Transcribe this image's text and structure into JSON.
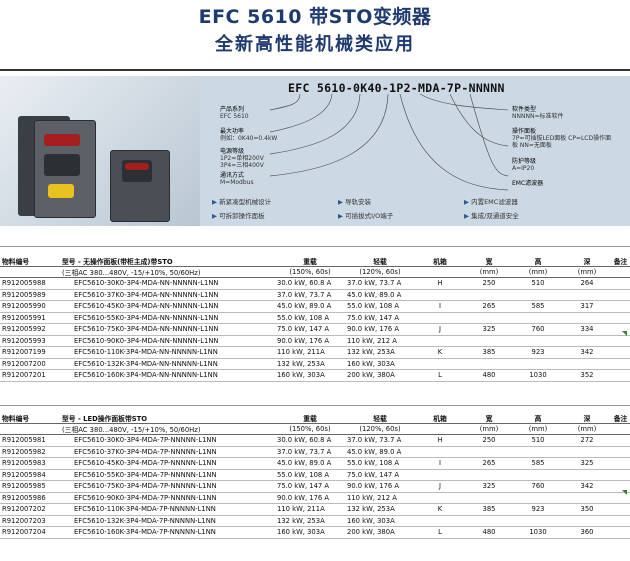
{
  "title": "EFC 5610 带STO变频器",
  "subtitle": "全新高性能机械类应用",
  "banner": {
    "code": "EFC 5610-0K40-1P2-MDA-7P-NNNNN",
    "left_labels": [
      {
        "title": "产品系列",
        "value": "EFC 5610"
      },
      {
        "title": "最大功率",
        "value": "例如：0K40=0.4kW"
      },
      {
        "title": "电源等级",
        "value": "1P2=单相200V 3P4=三相400V"
      },
      {
        "title": "通讯方式",
        "value": "M=Modbus"
      }
    ],
    "right_labels": [
      {
        "title": "软件类型",
        "value": "NNNNN=标准软件"
      },
      {
        "title": "操作面板",
        "value": "7P=可插拔LED面板 CP=LCD操作面板 NN=无面板"
      },
      {
        "title": "防护等级",
        "value": "A=IP20"
      },
      {
        "title": "EMC滤波器",
        "value": ""
      }
    ],
    "features": [
      "新紧凑型机械设计",
      "导轨安装",
      "内置EMC滤波器",
      "可拆卸操作面板",
      "可插拔式I/O端子",
      "集成/双通道安全"
    ]
  },
  "tables": [
    {
      "headers": [
        "物料编号",
        "型号 - 无操作面板(带柜主成)带STO",
        "重载",
        "轻载",
        "机箱",
        "宽",
        "高",
        "深",
        "备注"
      ],
      "subheaders": [
        "",
        "(三相AC 380...480V, -15/+10%, 50/60Hz)",
        "(150%, 60s)",
        "(120%, 60s)",
        "",
        "(mm)",
        "(mm)",
        "(mm)",
        ""
      ],
      "rows": [
        [
          "R912005988",
          "EFC5610-30K0-3P4-MDA-NN-NNNNN-L1NN",
          "30.0 kW, 60.8 A",
          "37.0 kW, 73.7 A",
          "H",
          "250",
          "510",
          "264"
        ],
        [
          "R912005989",
          "EFC5610-37K0-3P4-MDA-NN-NNNNN-L1NN",
          "37.0 kW, 73.7 A",
          "45.0 kW, 89.0 A",
          "",
          "",
          "",
          ""
        ],
        [
          "R912005990",
          "EFC5610-45K0-3P4-MDA-NN-NNNNN-L1NN",
          "45.0 kW, 89.0 A",
          "55.0 kW, 108 A",
          "I",
          "265",
          "585",
          "317"
        ],
        [
          "R912005991",
          "EFC5610-55K0-3P4-MDA-NN-NNNNN-L1NN",
          "55.0 kW, 108 A",
          "75.0 kW, 147 A",
          "",
          "",
          "",
          ""
        ],
        [
          "R912005992",
          "EFC5610-75K0-3P4-MDA-NN-NNNNN-L1NN",
          "75.0 kW, 147 A",
          "90.0 kW, 176 A",
          "J",
          "325",
          "760",
          "334"
        ],
        [
          "R912005993",
          "EFC5610-90K0-3P4-MDA-NN-NNNNN-L1NN",
          "90.0 kW, 176 A",
          "110 kW, 212 A",
          "",
          "",
          "",
          ""
        ],
        [
          "R912007199",
          "EFC5610-110K-3P4-MDA-NN-NNNNN-L1NN",
          "110 kW, 211A",
          "132 kW, 253A",
          "K",
          "385",
          "923",
          "342"
        ],
        [
          "R912007200",
          "EFC5610-132K-3P4-MDA-NN-NNNNN-L1NN",
          "132 kW, 253A",
          "160 kW, 303A",
          "",
          "",
          "",
          ""
        ],
        [
          "R912007201",
          "EFC5610-160K-3P4-MDA-NN-NNNNN-L1NN",
          "160 kW, 303A",
          "200 kW, 380A",
          "L",
          "480",
          "1030",
          "352"
        ]
      ]
    },
    {
      "headers": [
        "物料编号",
        "型号 - LED操作面板带STO",
        "重载",
        "轻载",
        "机箱",
        "宽",
        "高",
        "深",
        "备注"
      ],
      "subheaders": [
        "",
        "(三相AC 380...480V, -15/+10%, 50/60Hz)",
        "(150%, 60s)",
        "(120%, 60s)",
        "",
        "(mm)",
        "(mm)",
        "(mm)",
        ""
      ],
      "rows": [
        [
          "R912005981",
          "EFC5610-30K0-3P4-MDA-7P-NNNNN-L1NN",
          "30.0 kW, 60.8 A",
          "37.0 kW, 73.7 A",
          "H",
          "250",
          "510",
          "272"
        ],
        [
          "R912005982",
          "EFC5610-37K0-3P4-MDA-7P-NNNNN-L1NN",
          "37.0 kW, 73.7 A",
          "45.0 kW, 89.0 A",
          "",
          "",
          "",
          ""
        ],
        [
          "R912005983",
          "EFC5610-45K0-3P4-MDA-7P-NNNNN-L1NN",
          "45.0 kW, 89.0 A",
          "55.0 kW, 108 A",
          "I",
          "265",
          "585",
          "325"
        ],
        [
          "R912005984",
          "EFC5610-55K0-3P4-MDA-7P-NNNNN-L1NN",
          "55.0 kW, 108 A",
          "75.0 kW, 147 A",
          "",
          "",
          "",
          ""
        ],
        [
          "R912005985",
          "EFC5610-75K0-3P4-MDA-7P-NNNNN-L1NN",
          "75.0 kW, 147 A",
          "90.0 kW, 176 A",
          "J",
          "325",
          "760",
          "342"
        ],
        [
          "R912005986",
          "EFC5610-90K0-3P4-MDA-7P-NNNNN-L1NN",
          "90.0 kW, 176 A",
          "110 kW, 212 A",
          "",
          "",
          "",
          ""
        ],
        [
          "R912007202",
          "EFC5610-110K-3P4-MDA-7P-NNNNN-L1NN",
          "110 kW, 211A",
          "132 kW, 253A",
          "K",
          "385",
          "923",
          "350"
        ],
        [
          "R912007203",
          "EFC5610-132K-3P4-MDA-7P-NNNNN-L1NN",
          "132 kW, 253A",
          "160 kW, 303A",
          "",
          "",
          "",
          ""
        ],
        [
          "R912007204",
          "EFC5610-160K-3P4-MDA-7P-NNNNN-L1NN",
          "160 kW, 303A",
          "200 kW, 380A",
          "L",
          "480",
          "1030",
          "360"
        ]
      ]
    }
  ]
}
